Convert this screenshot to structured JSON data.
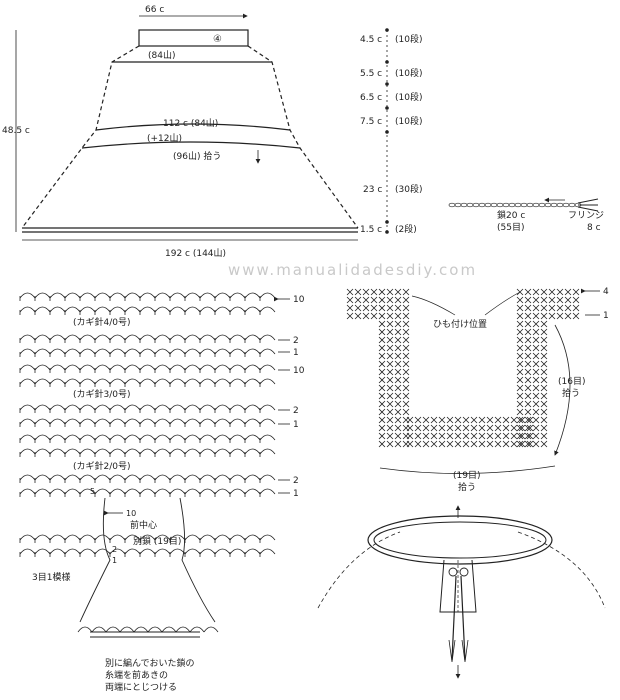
{
  "poncho": {
    "top_width": "66 c",
    "top_badge": "④",
    "rows_84": "(84山)",
    "width_112": "112 c (84山)",
    "plus_12": "(+12山)",
    "pick_96": "(96山) 拾う",
    "height_total": "48.5 c",
    "bottom_width": "192 c (144山)",
    "sections": [
      {
        "size": "4.5 c",
        "rows": "(10段)"
      },
      {
        "size": "5.5 c",
        "rows": "(10段)"
      },
      {
        "size": "6.5 c",
        "rows": "(10段)"
      },
      {
        "size": "7.5 c",
        "rows": "(10段)"
      },
      {
        "size": "23 c",
        "rows": "(30段)"
      },
      {
        "size": "1.5 c",
        "rows": "(2段)"
      }
    ]
  },
  "cord": {
    "label": "鎖20 c",
    "count": "(55目)",
    "fringe": "フリンジ",
    "fringe_len": "8 c"
  },
  "watermark": "www.manualidadesdiy.com",
  "stitch_chart": {
    "hooks": [
      "(カギ針4/0号)",
      "(カギ針3/0号)",
      "(カギ針2/0号)"
    ],
    "row_markers": [
      "10",
      "2",
      "1",
      "10",
      "2",
      "1",
      "2",
      "1"
    ],
    "small_markers": [
      "5",
      "10",
      "2",
      "1"
    ],
    "front_center": "前中心",
    "separate_chain": "別鎖 (19目)",
    "repeat": "3目1模様",
    "note_lines": [
      "別に編んでおいた鎖の",
      "糸端を前あきの",
      "両端にとじつける"
    ]
  },
  "collar": {
    "row4": "4",
    "row1": "1",
    "tie_position": "ひも付け位置",
    "side_count": "(16目)",
    "side_pick": "拾う",
    "bottom_count": "(19目)",
    "bottom_pick": "拾う"
  }
}
